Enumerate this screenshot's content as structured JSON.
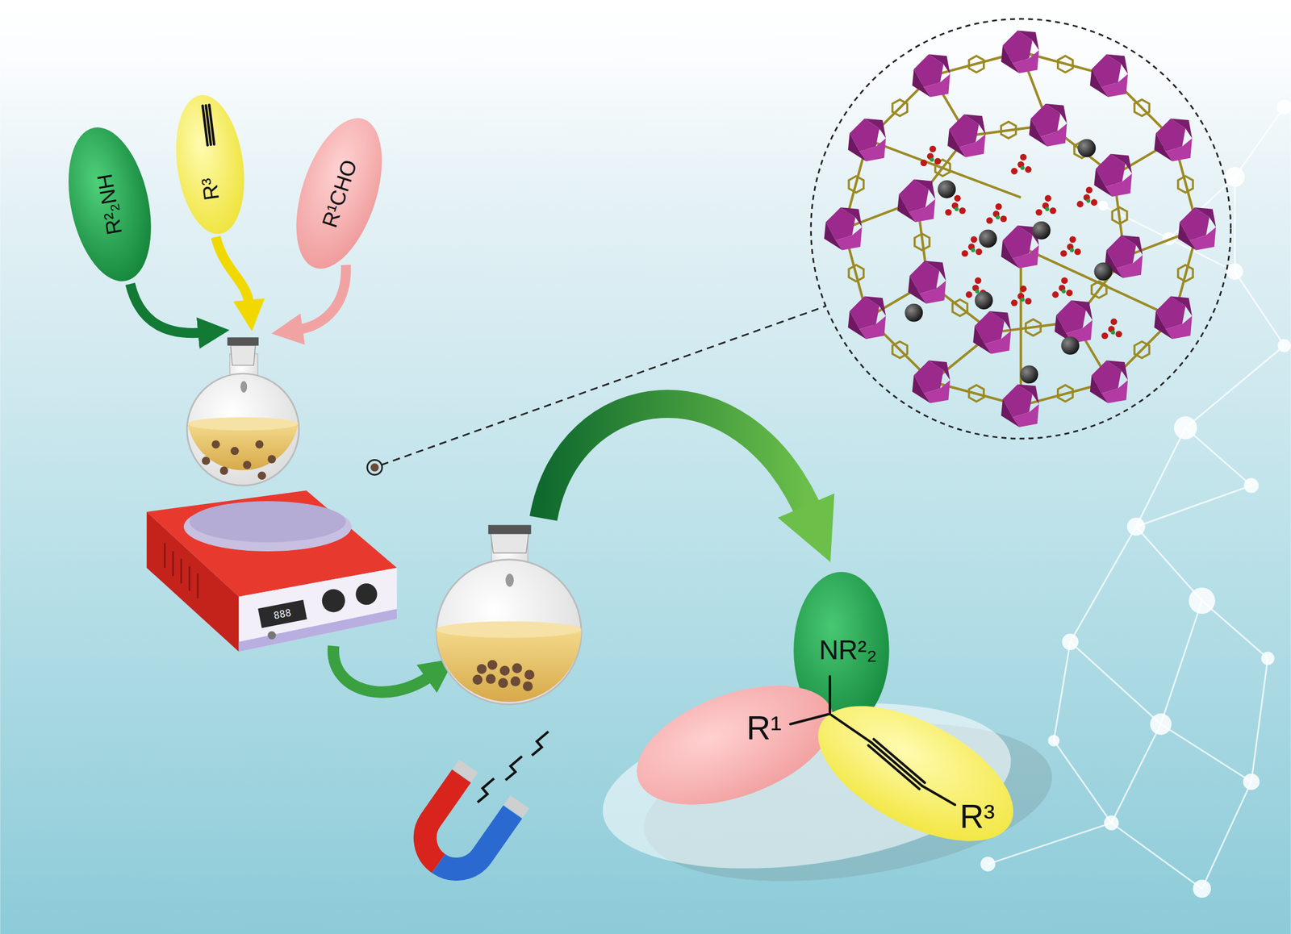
{
  "diagram": {
    "nodes": [
      {
        "text": [
          "R²₂NH"
        ]
      },
      {
        "text": [
          "R³"
        ]
      },
      {
        "text": [
          "R¹CHO"
        ]
      },
      {
        "text": [
          "NR²₂"
        ]
      },
      {
        "text": [
          "R¹"
        ]
      },
      {
        "text": [
          "R³"
        ]
      }
    ],
    "labels": [
      "888"
    ]
  }
}
